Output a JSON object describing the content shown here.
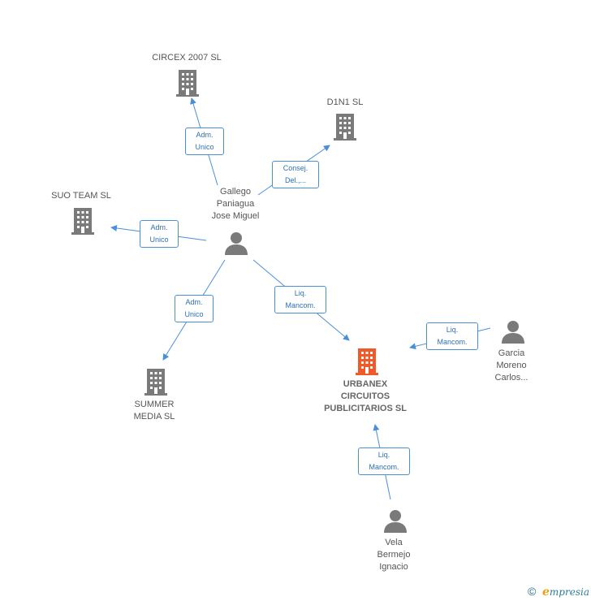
{
  "colors": {
    "edge": "#4a90d9",
    "company": "#7a7a7a",
    "focus_company": "#f05a28",
    "person": "#7a7a7a"
  },
  "companies": {
    "circex": {
      "label": "CIRCEX 2007 SL",
      "icon": "building-icon"
    },
    "d1n1": {
      "label": "D1N1  SL",
      "icon": "building-icon"
    },
    "suo_team": {
      "label": "SUO TEAM  SL",
      "icon": "building-icon"
    },
    "summer_media": {
      "label": "SUMMER\nMEDIA SL",
      "icon": "building-icon"
    },
    "urbanex": {
      "label": "URBANEX\nCIRCUITOS\nPUBLICITARIOS SL",
      "icon": "building-icon"
    }
  },
  "people": {
    "gallego": {
      "label": "Gallego\nPaniagua\nJose Miguel",
      "icon": "person-icon"
    },
    "garcia": {
      "label": "Garcia\nMoreno\nCarlos...",
      "icon": "person-icon"
    },
    "vela": {
      "label": "Vela\nBermejo\nIgnacio",
      "icon": "person-icon"
    }
  },
  "relations": {
    "to_circex": "Adm.\nUnico",
    "to_d1n1": "Consej.\nDel.,...",
    "to_suo_team": "Adm.\nUnico",
    "to_summer_media": "Adm.\nUnico",
    "gallego_to_urbanex": "Liq.\nMancom.",
    "garcia_to_urbanex": "Liq.\nMancom.",
    "vela_to_urbanex": "Liq.\nMancom."
  },
  "footer": {
    "copyright": "©",
    "brand_initial": "e",
    "brand_rest": "mpresia"
  }
}
